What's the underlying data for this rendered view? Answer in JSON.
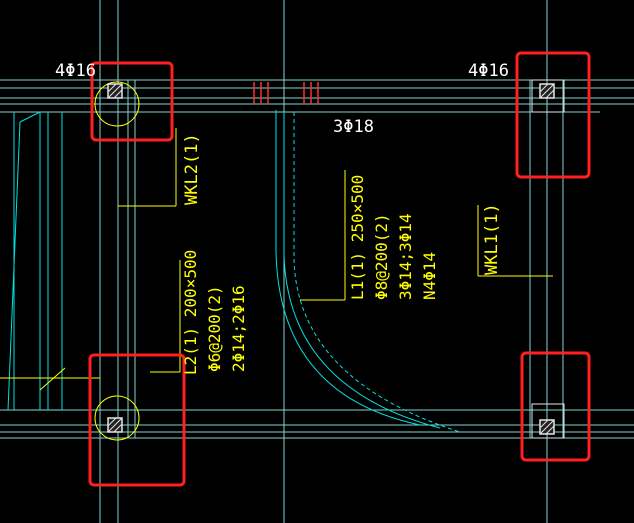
{
  "colors": {
    "background": "#000000",
    "axis_line": "#7fd6d6",
    "beam_line": "#00e0e0",
    "annotation": "#ffff00",
    "text": "#ffffff",
    "highlight": "#ff2020",
    "rebar_tick": "#ff3030",
    "column_fill": "#e6e6e6"
  },
  "labels": {
    "rebar_top_left": "4Φ16",
    "rebar_top_right": "4Φ16",
    "rebar_mid": "3Φ18",
    "beam_wkl2": "WKL2(1)",
    "beam_wkl1": "WKL1(1)",
    "beam_l2": [
      "L2(1) 200×500",
      "Φ6@200(2)",
      "2Φ14;2Φ16"
    ],
    "beam_l1": [
      "L1(1) 250×500",
      "Φ8@200(2)",
      "3Φ14;3Φ14",
      "N4Φ14"
    ]
  },
  "icons": {
    "column": "hatched-column-icon"
  }
}
